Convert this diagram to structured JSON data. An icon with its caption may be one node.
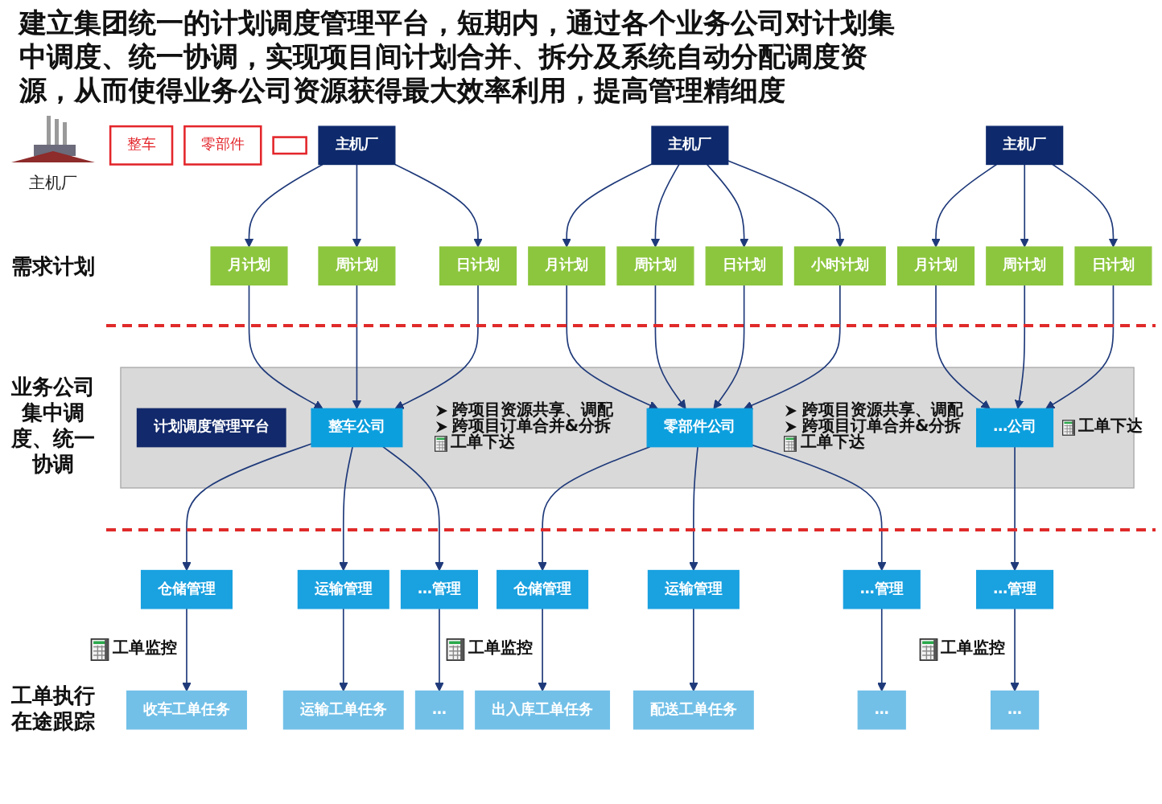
{
  "diagram": {
    "title": "建立集团统一的计划调度管理平台，短期内，通过各个业务公司对计划集中调度、统一协调，实现项目间计划合并、拆分及系统自动分配调度资源，从而使得业务公司资源获得最大效率利用，提高管理精细度",
    "nodes": [
      {
        "text": [
          "整车"
        ]
      },
      {
        "text": [
          "零部件"
        ]
      },
      {
        "text": [],
        "shape": "box"
      },
      {
        "text": [
          "主机厂"
        ]
      },
      {
        "text": [
          "主机厂"
        ]
      },
      {
        "text": [
          "主机厂"
        ]
      },
      {
        "text": [
          "月计划"
        ]
      },
      {
        "text": [
          "周计划"
        ]
      },
      {
        "text": [
          "日计划"
        ]
      },
      {
        "text": [
          "月计划"
        ]
      },
      {
        "text": [
          "周计划"
        ]
      },
      {
        "text": [
          "日计划"
        ]
      },
      {
        "text": [
          "小时计划"
        ]
      },
      {
        "text": [
          "月计划"
        ]
      },
      {
        "text": [
          "周计划"
        ]
      },
      {
        "text": [
          "日计划"
        ]
      },
      {
        "text": [],
        "shape": "band"
      },
      {
        "text": [
          "计划调度管理平台"
        ],
        "in": 16
      },
      {
        "text": [
          "整车公司"
        ],
        "in": 16,
        "beside": [
          "跨项目资源共享、调配",
          "跨项目订单合并&分拆",
          "工单下达"
        ]
      },
      {
        "text": [
          "零部件公司"
        ],
        "in": 16,
        "beside": [
          "跨项目资源共享、调配",
          "跨项目订单合并&分拆",
          "工单下达"
        ]
      },
      {
        "text": [
          "…公司"
        ],
        "in": 16,
        "beside": [
          "工单下达"
        ]
      },
      {
        "text": [
          "仓储管理"
        ]
      },
      {
        "text": [
          "运输管理"
        ]
      },
      {
        "text": [
          "…管理"
        ]
      },
      {
        "text": [
          "仓储管理"
        ]
      },
      {
        "text": [
          "运输管理"
        ]
      },
      {
        "text": [
          "…管理"
        ]
      },
      {
        "text": [
          "…管理"
        ]
      },
      {
        "text": [
          "收车工单任务"
        ]
      },
      {
        "text": [
          "运输工单任务"
        ]
      },
      {
        "text": [
          "…"
        ]
      },
      {
        "text": [
          "出入库工单任务"
        ]
      },
      {
        "text": [
          "配送工单任务"
        ]
      },
      {
        "text": [
          "…"
        ]
      },
      {
        "text": [
          "…"
        ]
      }
    ],
    "edges": [
      {
        "from": 3,
        "to": 6,
        "arrow": "to"
      },
      {
        "from": 3,
        "to": 7,
        "arrow": "to"
      },
      {
        "from": 3,
        "to": 8,
        "arrow": "to"
      },
      {
        "from": 4,
        "to": 9,
        "arrow": "to"
      },
      {
        "from": 4,
        "to": 10,
        "arrow": "to"
      },
      {
        "from": 4,
        "to": 11,
        "arrow": "to"
      },
      {
        "from": 4,
        "to": 12,
        "arrow": "to"
      },
      {
        "from": 5,
        "to": 13,
        "arrow": "to"
      },
      {
        "from": 5,
        "to": 14,
        "arrow": "to"
      },
      {
        "from": 5,
        "to": 15,
        "arrow": "to"
      },
      {
        "from": 6,
        "to": 18,
        "arrow": "to"
      },
      {
        "from": 7,
        "to": 18,
        "arrow": "to"
      },
      {
        "from": 8,
        "to": 18,
        "arrow": "to"
      },
      {
        "from": 9,
        "to": 19,
        "arrow": "to"
      },
      {
        "from": 10,
        "to": 19,
        "arrow": "to"
      },
      {
        "from": 11,
        "to": 19,
        "arrow": "to"
      },
      {
        "from": 12,
        "to": 19,
        "arrow": "to"
      },
      {
        "from": 13,
        "to": 20,
        "arrow": "to"
      },
      {
        "from": 14,
        "to": 20,
        "arrow": "to"
      },
      {
        "from": 15,
        "to": 20,
        "arrow": "to"
      },
      {
        "from": 18,
        "to": 21,
        "arrow": "to"
      },
      {
        "from": 18,
        "to": 22,
        "arrow": "to"
      },
      {
        "from": 18,
        "to": 23,
        "arrow": "to"
      },
      {
        "from": 19,
        "to": 24,
        "arrow": "to"
      },
      {
        "from": 19,
        "to": 25,
        "arrow": "to"
      },
      {
        "from": 19,
        "to": 26,
        "arrow": "to"
      },
      {
        "from": 20,
        "to": 27,
        "arrow": "to"
      },
      {
        "from": 21,
        "to": 28,
        "arrow": "to"
      },
      {
        "from": 22,
        "to": 29,
        "arrow": "to"
      },
      {
        "from": 23,
        "to": 30,
        "arrow": "to"
      },
      {
        "from": 24,
        "to": 31,
        "arrow": "to"
      },
      {
        "from": 25,
        "to": 32,
        "arrow": "to"
      },
      {
        "from": 26,
        "to": 33,
        "arrow": "to"
      },
      {
        "from": 27,
        "to": 34,
        "arrow": "to"
      }
    ],
    "labels": [
      "主机厂",
      "需求计划",
      "业务公司集中调度、统一协调",
      "工单执行在途跟踪",
      "工单监控",
      "工单监控",
      "工单监控"
    ]
  }
}
